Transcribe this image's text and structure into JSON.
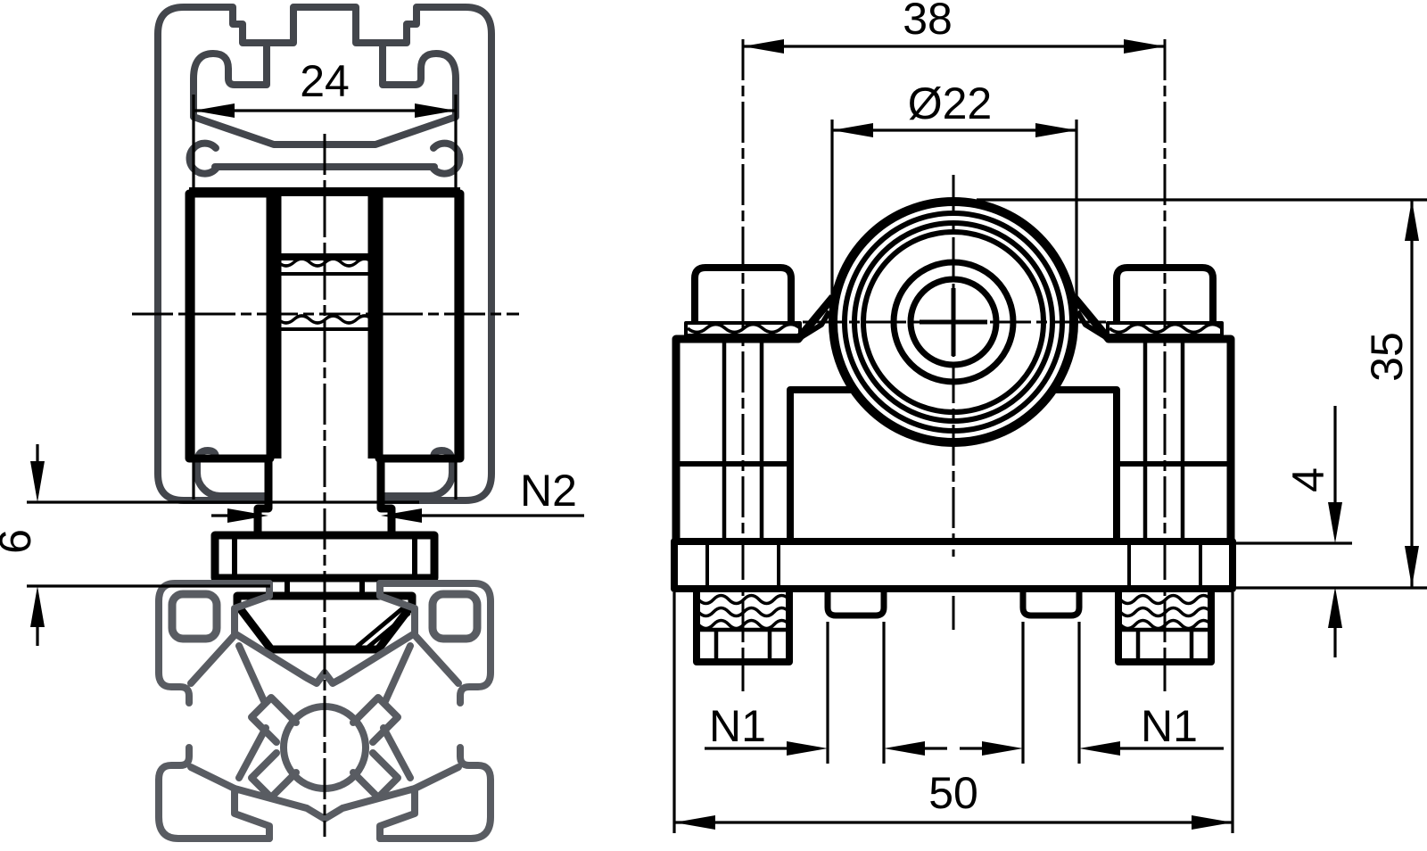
{
  "drawing": {
    "description": "Two-view technical drawing of a roller carriage assembly mounted between two aluminium T-slot extrusion profiles",
    "background_color": "#ffffff",
    "part_line_color": "#000000",
    "rail_profile_color": "#43464c",
    "extrusion_profile_color": "#595c62",
    "views": {
      "left": {
        "name": "side section view through rail, roller and T-slot profile"
      },
      "right": {
        "name": "front view of roller clamp block"
      }
    },
    "dimensions": {
      "rail_groove_width": "24",
      "bolt_spacing": "38",
      "roller_diameter": "Ø22",
      "overall_height": "35",
      "plate_thickness": "4",
      "flange_height": "6",
      "rail_slot_label": "N2",
      "slot_label_left": "N1",
      "slot_label_right": "N1",
      "base_width": "50"
    }
  }
}
